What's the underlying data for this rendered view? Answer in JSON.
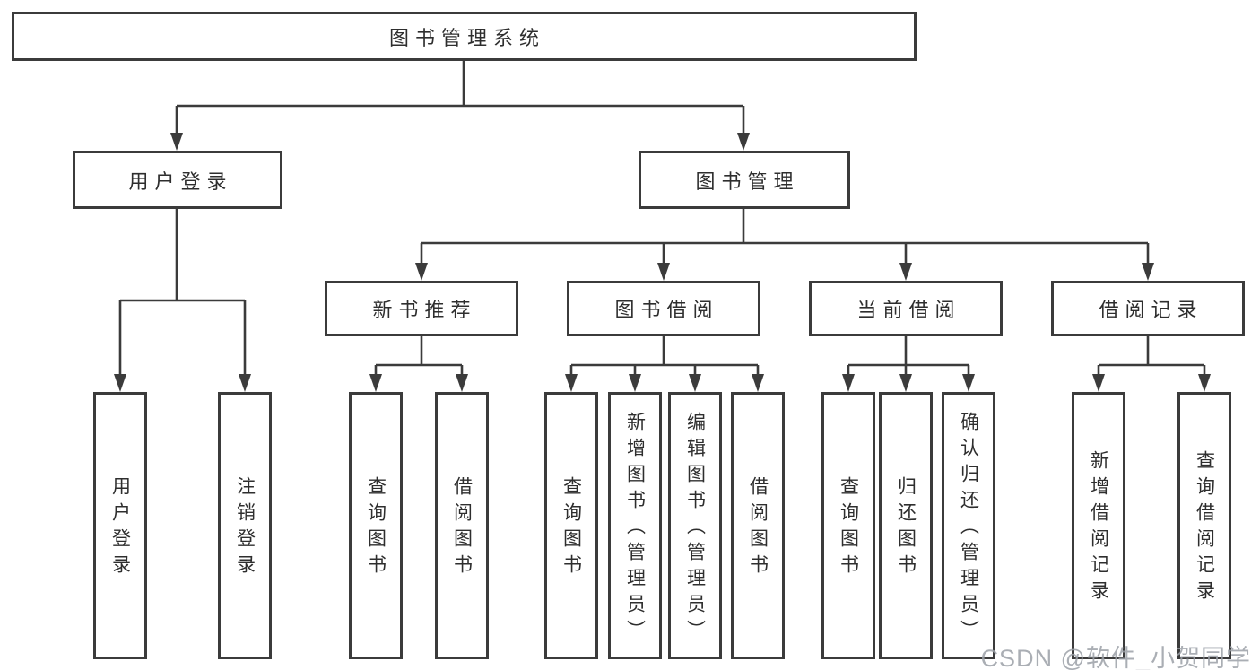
{
  "diagram": {
    "title": "图书管理系统",
    "root": {
      "label": "图书管理系统"
    },
    "level2": [
      {
        "label": "用户登录"
      },
      {
        "label": "图书管理"
      }
    ],
    "level3": [
      {
        "label": "新书推荐"
      },
      {
        "label": "图书借阅"
      },
      {
        "label": "当前借阅"
      },
      {
        "label": "借阅记录"
      }
    ],
    "leaves": {
      "user_login": [
        "用户登录",
        "注销登录"
      ],
      "new_books": [
        "查询图书",
        "借阅图书"
      ],
      "book_borrow": [
        "查询图书",
        "新增图书（管理员）",
        "编辑图书（管理员）",
        "借阅图书"
      ],
      "current_borrow": [
        "查询图书",
        "归还图书",
        "确认归还（管理员）"
      ],
      "borrow_records": [
        "新增借阅记录",
        "查询借阅记录"
      ]
    }
  },
  "watermark": {
    "text": "CSDN @软件_小贺同学",
    "color": "#9ca1a8"
  },
  "colors": {
    "line": "#3b3b3b",
    "box_border": "#3b3b3b",
    "text": "#2e2e2e",
    "background": "#ffffff"
  }
}
